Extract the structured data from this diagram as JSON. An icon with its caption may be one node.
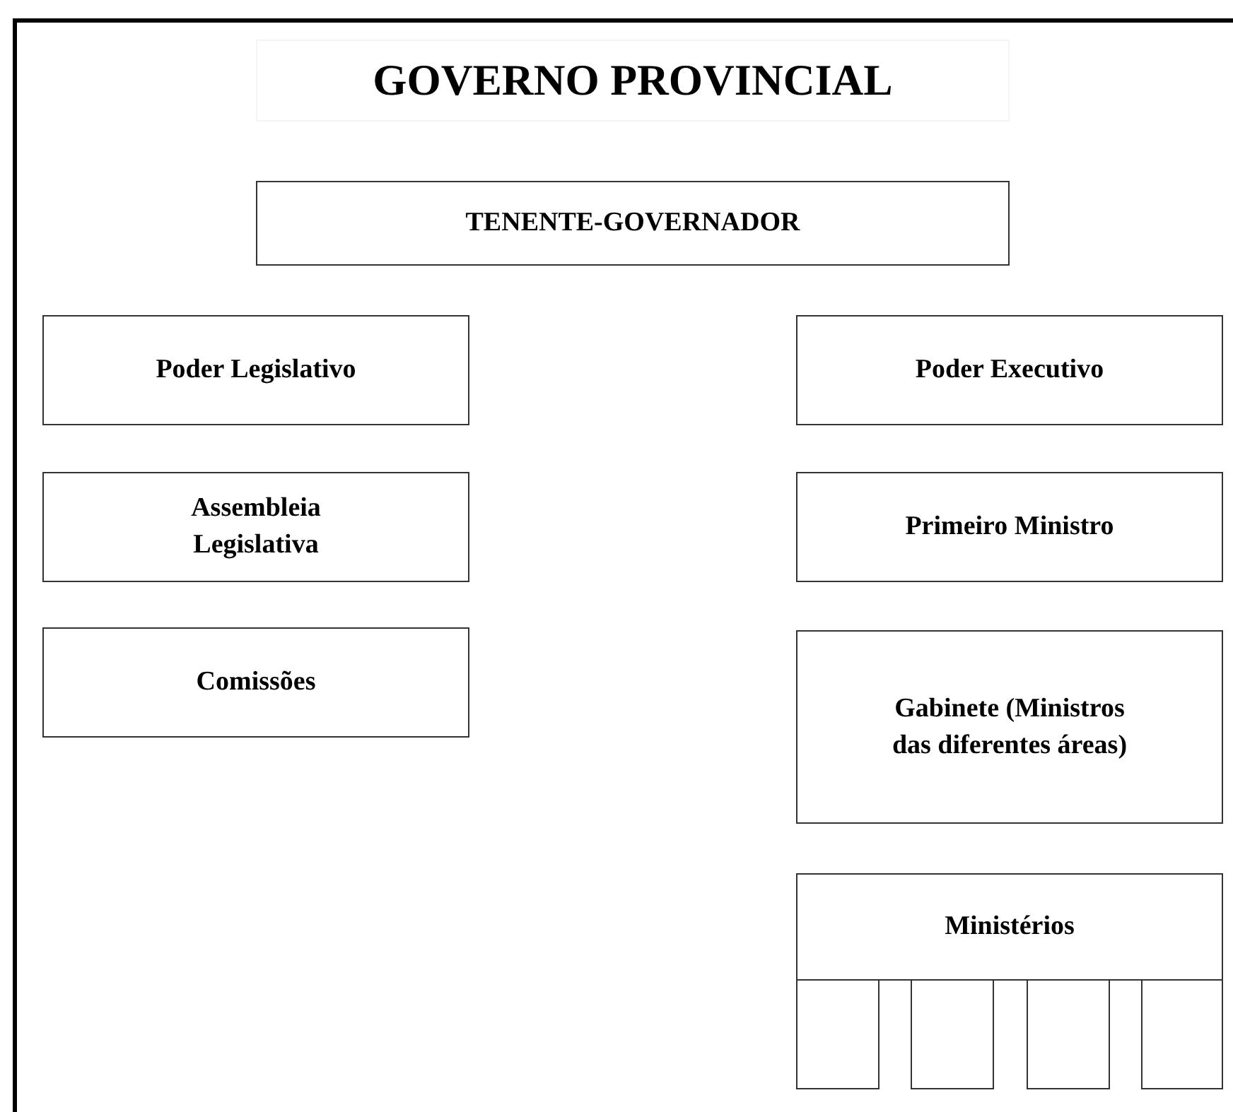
{
  "diagram": {
    "title": "GOVERNO PROVINCIAL",
    "nodes": [
      {
        "text": [
          "TENENTE-GOVERNADOR"
        ]
      },
      {
        "text": [
          "Poder Legislativo"
        ]
      },
      {
        "text": [
          "Poder Executivo"
        ]
      },
      {
        "text": [
          "Assembleia Legislativa"
        ]
      },
      {
        "text": [
          "Primeiro Ministro"
        ]
      },
      {
        "text": [
          "Comissões"
        ]
      },
      {
        "text": [
          "Gabinete (Ministros das diferentes áreas)"
        ]
      },
      {
        "text": [
          "Ministérios"
        ]
      },
      {
        "text": [],
        "shape": "box"
      },
      {
        "text": [],
        "shape": "box"
      },
      {
        "text": [],
        "shape": "box"
      },
      {
        "text": [],
        "shape": "box"
      }
    ]
  }
}
